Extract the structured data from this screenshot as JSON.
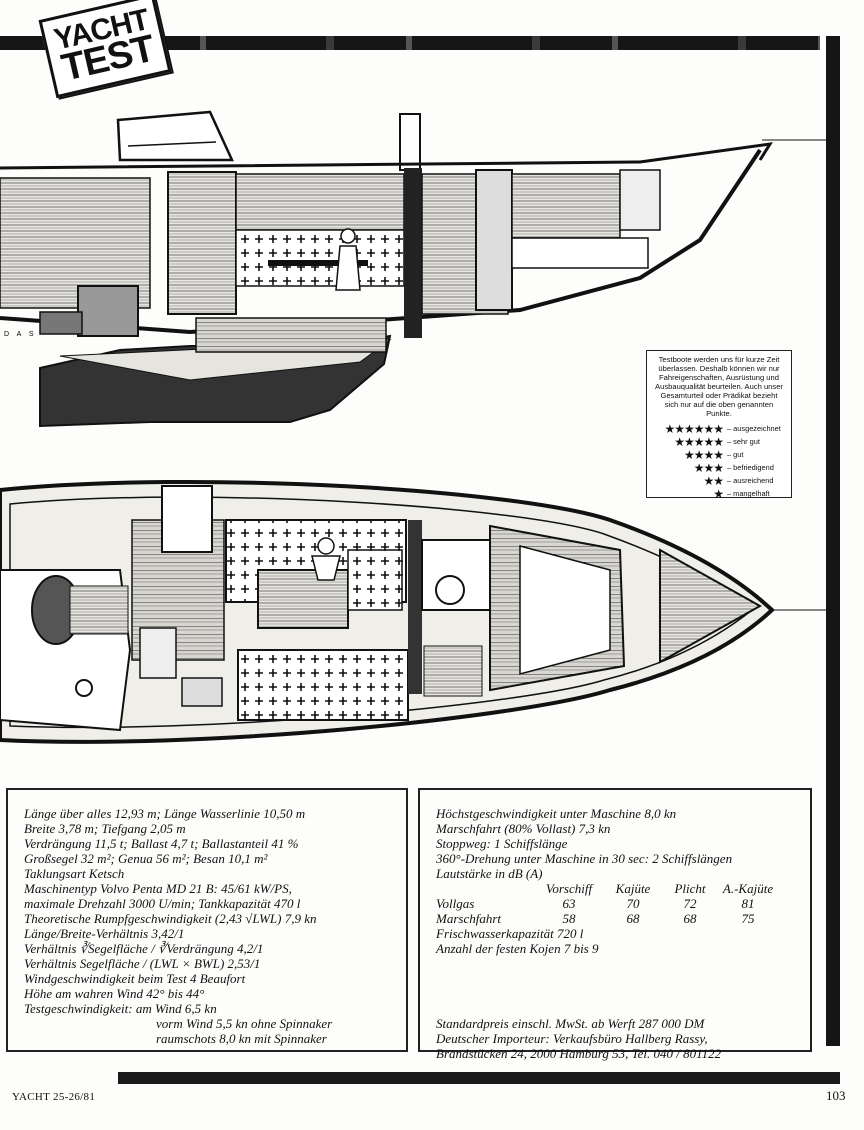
{
  "header": {
    "logo_line1": "YACHT",
    "logo_line2": "TEST"
  },
  "drawing": {
    "hull_marking": "D A S"
  },
  "rating_box": {
    "note": "Testboote werden uns für kurze Zeit überlassen. Deshalb können wir nur Fahreigenschaften, Ausrüstung und Ausbauqualität beurteilen. Auch unser Gesamturteil oder Prädikat bezieht sich nur auf die oben genannten Punkte.",
    "levels": [
      {
        "stars": "★★★★★★",
        "label": "– ausgezeichnet"
      },
      {
        "stars": "★★★★★",
        "label": "– sehr gut"
      },
      {
        "stars": "★★★★",
        "label": "– gut"
      },
      {
        "stars": "★★★",
        "label": "– befriedigend"
      },
      {
        "stars": "★★",
        "label": "– ausreichend"
      },
      {
        "stars": "★",
        "label": "– mangelhaft"
      }
    ]
  },
  "specs_left": {
    "l1": "Länge über alles 12,93 m; Länge Wasserlinie 10,50 m",
    "l2": "Breite 3,78 m; Tiefgang 2,05 m",
    "l3": "Verdrängung 11,5 t; Ballast 4,7 t; Ballastanteil 41 %",
    "l4": "Großsegel 32 m²; Genua 56 m²; Besan 10,1 m²",
    "l5": "Taklungsart Ketsch",
    "l6": "Maschinentyp Volvo Penta MD 21 B: 45/61 kW/PS,",
    "l7": "maximale Drehzahl 3000 U/min; Tankkapazität 470 l",
    "l8": "Theoretische Rumpfgeschwindigkeit (2,43 √LWL) 7,9 kn",
    "l9": "Länge/Breite-Verhältnis 3,42/1",
    "l10": "Verhältnis ∛Segelfläche / ∛Verdrängung 4,2/1",
    "l11": "Verhältnis Segelfläche / (LWL × BWL) 2,53/1",
    "l12": "Windgeschwindigkeit beim Test 4 Beaufort",
    "l13": "Höhe am wahren Wind 42° bis 44°",
    "l14": "Testgeschwindigkeit: am Wind 6,5 kn",
    "l15": "vorm Wind 5,5 kn ohne Spinnaker",
    "l16": "raumschots 8,0 kn mit Spinnaker"
  },
  "specs_right": {
    "l1": "Höchstgeschwindigkeit unter Maschine 8,0 kn",
    "l2": "Marschfahrt (80% Vollast) 7,3 kn",
    "l3": "Stoppweg: 1 Schiffslänge",
    "l4": "360°-Drehung unter Maschine in 30 sec: 2 Schiffslängen",
    "l5": "Lautstärke in dB (A)",
    "noise_table": {
      "headers": [
        "",
        "Vorschiff",
        "Kajüte",
        "Plicht",
        "A.-Kajüte"
      ],
      "rows": [
        [
          "Vollgas",
          "63",
          "70",
          "72",
          "81"
        ],
        [
          "Marschfahrt",
          "58",
          "68",
          "68",
          "75"
        ]
      ]
    },
    "l6": "Frischwasserkapazität 720 l",
    "l7": "Anzahl der festen Kojen 7 bis 9",
    "l8": "Standardpreis einschl. MwSt. ab Werft 287 000 DM",
    "l9": "Deutscher Importeur: Verkaufsbüro Hallberg Rassy,",
    "l10": "Brandstücken 24, 2000 Hamburg 53, Tel. 040 / 801122"
  },
  "footer": {
    "left": "YACHT 25-26/81",
    "page": "103"
  }
}
